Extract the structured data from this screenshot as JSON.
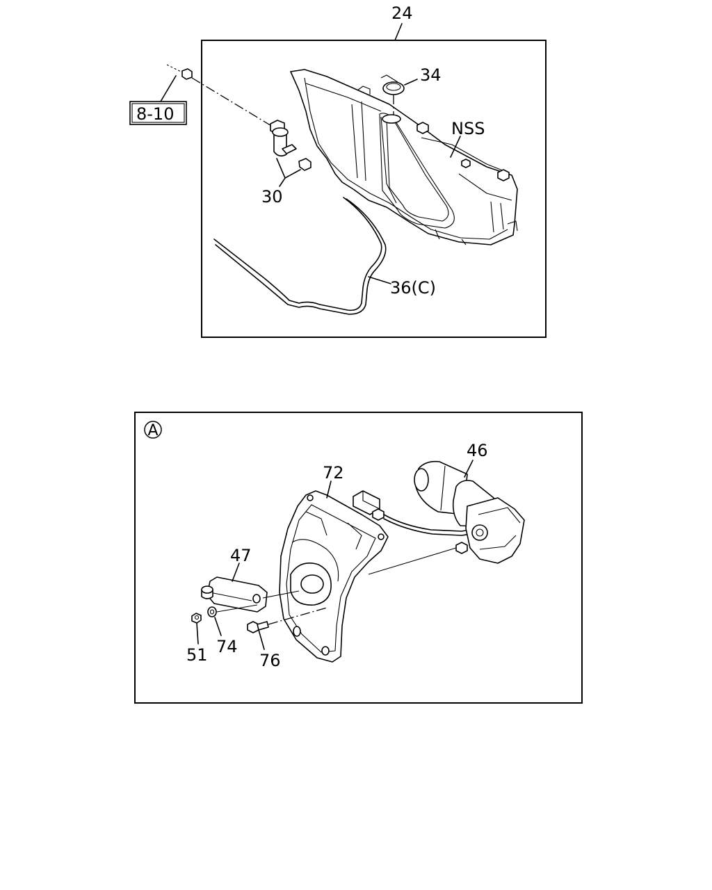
{
  "panels": {
    "top": {
      "assembly_callout": "24",
      "reference_box": "8-10",
      "callouts": {
        "cap": "34",
        "nss": "NSS",
        "pump": "30",
        "hose": "36(C)"
      }
    },
    "bottom": {
      "view_marker": "A",
      "callouts": {
        "motor": "46",
        "bracket": "72",
        "link": "47",
        "nut": "51",
        "washer": "74",
        "bolt": "76"
      }
    }
  }
}
